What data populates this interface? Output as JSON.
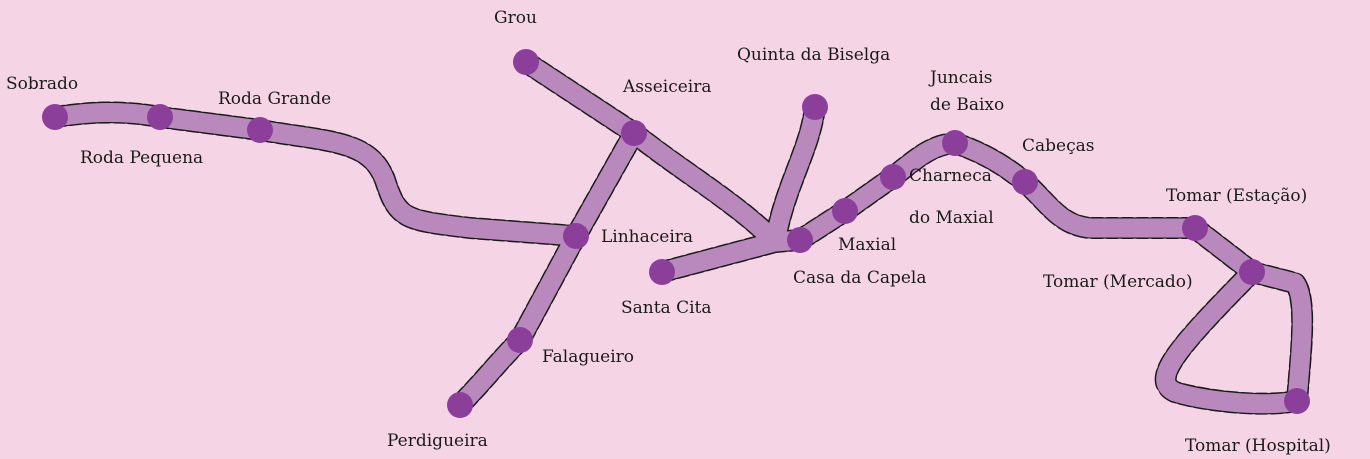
{
  "colors": {
    "background": "#f5d5e5",
    "track": "#b989bd",
    "station": "#8c3f9a",
    "outline": "#1a1a1a",
    "text": "#1a1a1a"
  },
  "stations": {
    "sobrado": "Sobrado",
    "roda_pequena": "Roda Pequena",
    "roda_grande": "Roda Grande",
    "grou": "Grou",
    "asseiceira": "Asseiceira",
    "linhaceira": "Linhaceira",
    "falagueiro": "Falagueiro",
    "perdigueira": "Perdigueira",
    "santa_cita": "Santa Cita",
    "quinta_da_biselga": "Quinta da Biselga",
    "casa_da_capela": "Casa da Capela",
    "maxial": "Maxial",
    "charneca_line1": "Charneca",
    "charneca_line2": "do Maxial",
    "juncais_line1": "Juncais",
    "juncais_line2": "de Baixo",
    "cabecas": "Cabeças",
    "tomar_estacao": "Tomar (Estação)",
    "tomar_mercado": "Tomar (Mercado)",
    "tomar_hospital": "Tomar (Hospital)"
  }
}
